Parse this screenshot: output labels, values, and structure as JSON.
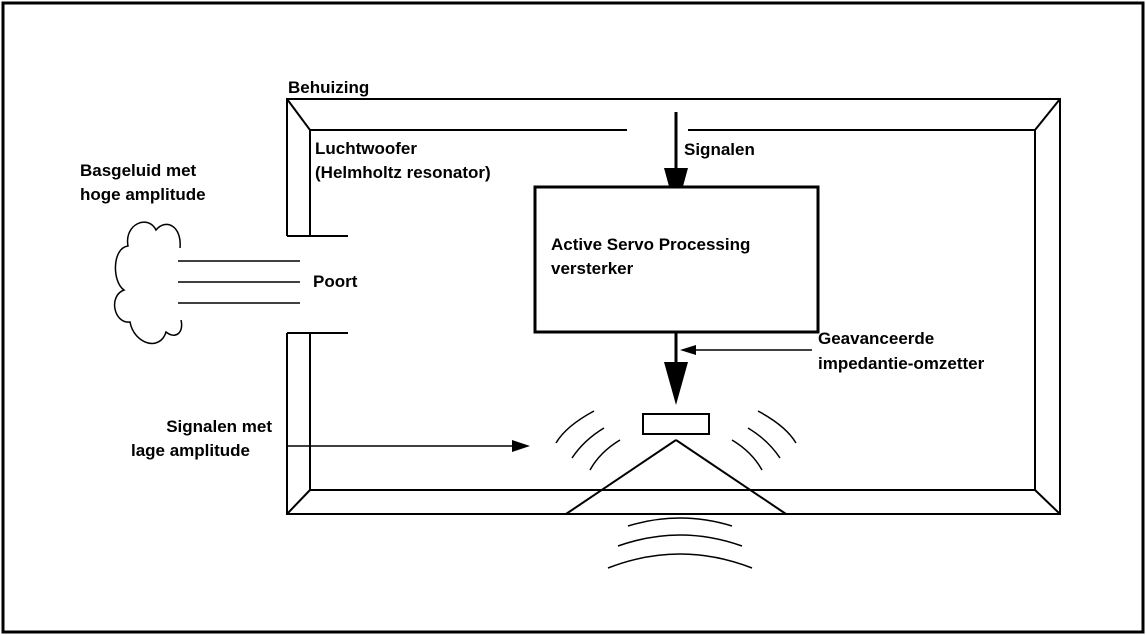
{
  "labels": {
    "behuizing": "Behuizing",
    "luchtwoofer_line1": "Luchtwoofer",
    "luchtwoofer_line2": "(Helmholtz resonator)",
    "signalen": "Signalen",
    "basgeluid_line1": "Basgeluid met",
    "basgeluid_line2": "hoge amplitude",
    "poort": "Poort",
    "amp_line1": "Active Servo Processing",
    "amp_line2": "versterker",
    "geavanceerde_line1": "Geavanceerde",
    "geavanceerde_line2": "impedantie-omzetter",
    "signalen_laag_line1": "Signalen met",
    "signalen_laag_line2": "lage amplitude"
  }
}
